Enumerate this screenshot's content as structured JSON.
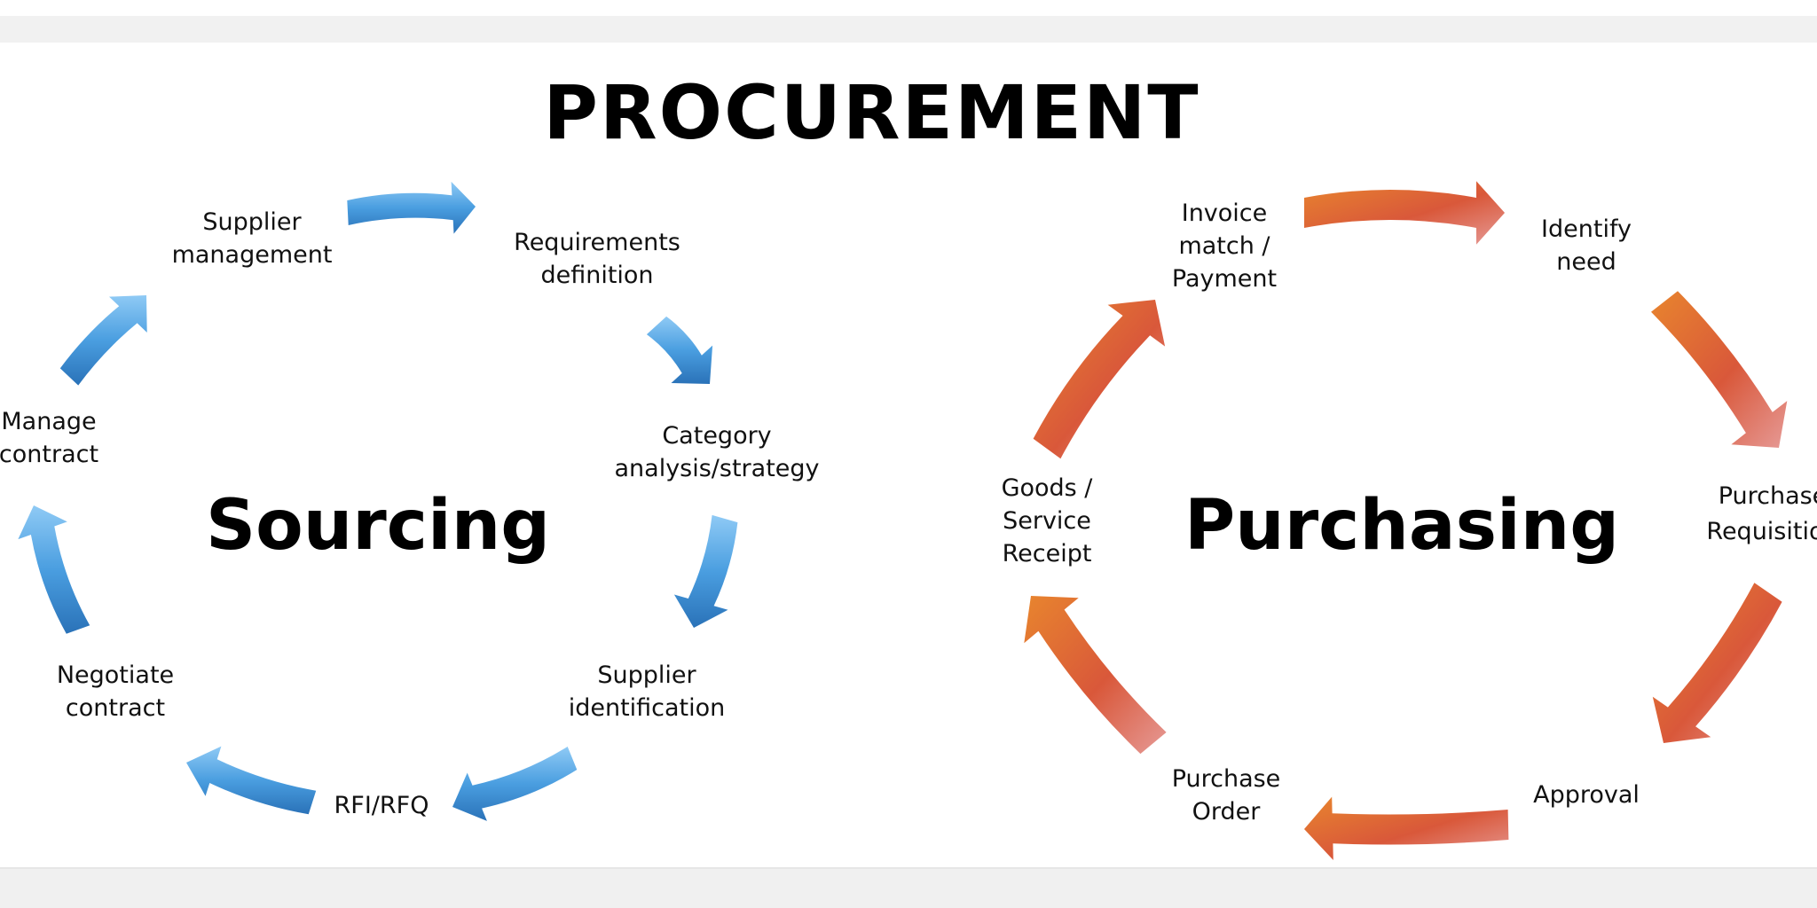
{
  "title": "PROCUREMENT",
  "sourcing": {
    "label": "Sourcing",
    "nodes": [
      {
        "l1": "Supplier",
        "l2": "management"
      },
      {
        "l1": "Requirements",
        "l2": "definition"
      },
      {
        "l1": "Category",
        "l2": "analysis/strategy"
      },
      {
        "l1": "Supplier",
        "l2": "identification"
      },
      {
        "l1": "RFI/RFQ"
      },
      {
        "l1": "Negotiate",
        "l2": "contract"
      },
      {
        "l1": "Manage",
        "l2": "contract"
      }
    ],
    "arrow_color": "#4a9ee0"
  },
  "purchasing": {
    "label": "Purchasing",
    "nodes": [
      {
        "l1": "Invoice",
        "l2": "match /",
        "l3": "Payment"
      },
      {
        "l1": "Identify",
        "l2": "need"
      },
      {
        "l1": "Purchase",
        "l2": "Requisition"
      },
      {
        "l1": "Approval"
      },
      {
        "l1": "Purchase",
        "l2": "Order"
      },
      {
        "l1": "Goods /",
        "l2": "Service",
        "l3": "Receipt"
      }
    ],
    "arrow_color": "#d9583a"
  }
}
